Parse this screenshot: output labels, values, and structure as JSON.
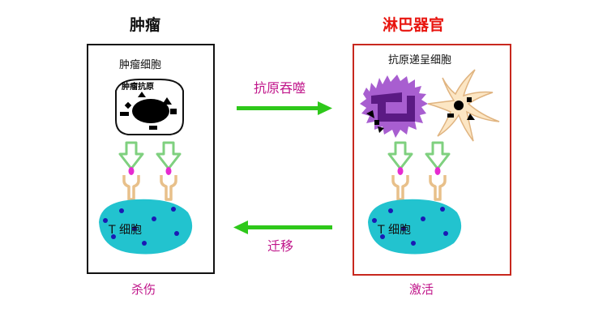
{
  "left_panel": {
    "title": "肿瘤",
    "cell_label": "肿瘤细胞",
    "antigen_label": "肿瘤抗原",
    "t_cell_label": "T 细胞",
    "outcome_label": "杀伤"
  },
  "right_panel": {
    "title": "淋巴器官",
    "cell_label": "抗原递呈细胞",
    "t_cell_label": "T 细胞",
    "outcome_label": "激活"
  },
  "arrows": {
    "top_label": "抗原吞噬",
    "bottom_label": "迁移"
  },
  "colors": {
    "left_title": "#111111",
    "right_title": "#e8150f",
    "left_box_border": "#111111",
    "right_box_border": "#c8281e",
    "arrow_green": "#2ec81a",
    "annotation_magenta": "#c0158a",
    "t_cell_fill": "#22c3cf",
    "t_cell_dot": "#1a1ab4",
    "macrophage_purple": "#a85ed0",
    "dendritic_cell": "#fce6c4",
    "receptor_green": "#9ad79a",
    "antibody_tan": "#e8c08a",
    "mhc_magenta": "#e62ad0"
  },
  "icons": [
    "tumor-cell-icon",
    "macrophage-icon",
    "dendritic-cell-icon",
    "t-cell-icon",
    "receptor-icon",
    "arrow-right-icon",
    "arrow-left-icon"
  ]
}
